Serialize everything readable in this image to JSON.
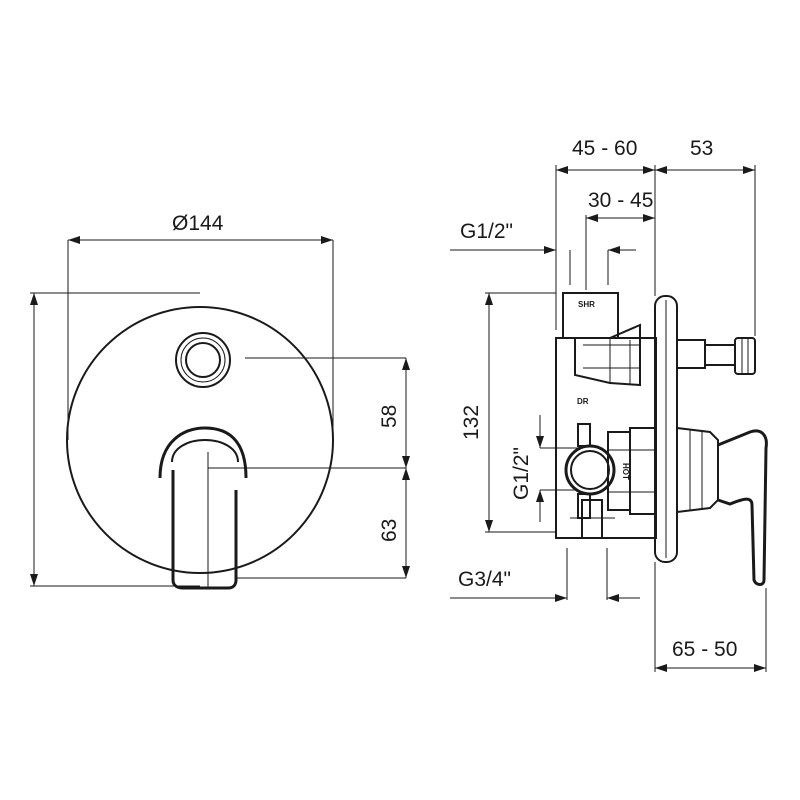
{
  "dimensions": {
    "diameter": "Ø144",
    "height_upper": "58",
    "height_lower": "63",
    "total_height": "132",
    "depth_range_top": "45 - 60",
    "depth_range_inner": "30 - 45",
    "handle_offset": "53",
    "handle_projection": "65 - 50"
  },
  "connections": {
    "top_inlet": "G1/2\"",
    "side_inlet": "G1/2\"",
    "bottom_outlet": "G3/4\""
  },
  "valve_labels": {
    "shower": "SHR",
    "diverter": "DR",
    "hot": "HOT"
  }
}
